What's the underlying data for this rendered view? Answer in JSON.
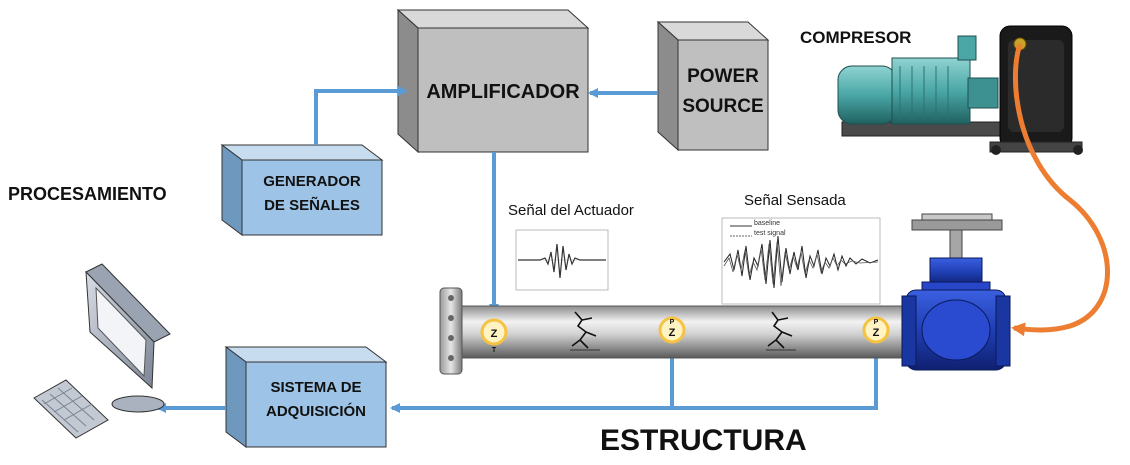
{
  "labels": {
    "compresor": "COMPRESOR",
    "procesamiento": "PROCESAMIENTO",
    "estructura": "ESTRUCTURA",
    "senal_actuador": "Señal del Actuador",
    "senal_sensada": "Señal Sensada"
  },
  "boxes": {
    "amplificador": "AMPLIFICADOR",
    "power_source_line1": "POWER",
    "power_source_line2": "SOURCE",
    "generador_line1": "GENERADOR",
    "generador_line2": "DE SEÑALES",
    "sistema_line1": "SISTEMA DE",
    "sistema_line2": "ADQUISICIÓN"
  },
  "sensed_legend": {
    "line1": "baseline",
    "line2": "test signal"
  },
  "sensor_letters": {
    "actuator": "Z",
    "actuator_sub": "T",
    "sensor1": "Z",
    "sensor1_sup": "P",
    "sensor2": "Z",
    "sensor2_sup": "P"
  },
  "colors": {
    "signal_line": "#5b9bd5",
    "hose": "#ed7d31",
    "box_gray": "#bfbfbf",
    "box_blue": "#9dc3e6",
    "valve_blue": "#1f3fb4",
    "sensor_ring": "#f5c242"
  }
}
